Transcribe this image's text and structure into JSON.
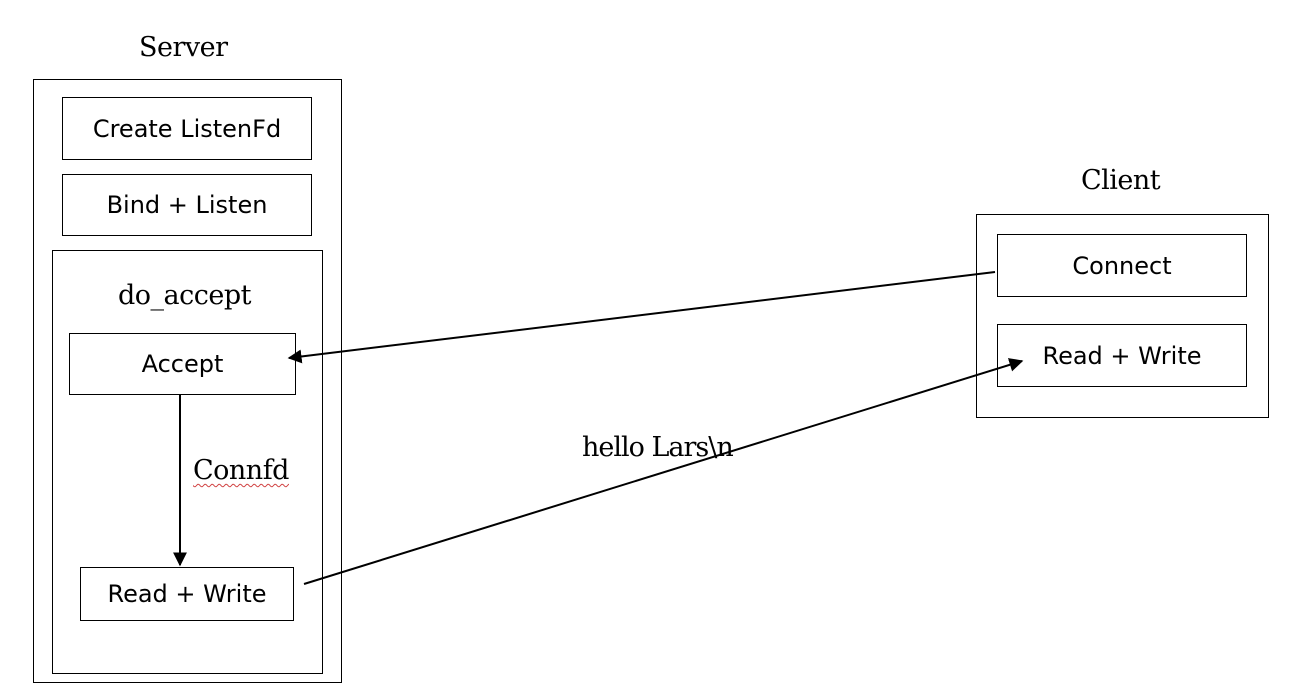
{
  "server": {
    "title": "Server",
    "create_listenfd": "Create ListenFd",
    "bind_listen": "Bind + Listen",
    "do_accept": {
      "title": "do_accept",
      "accept": "Accept",
      "connfd_label": "Connfd",
      "read_write": "Read + Write"
    }
  },
  "client": {
    "title": "Client",
    "connect": "Connect",
    "read_write": "Read + Write"
  },
  "message": {
    "label": "hello Lars\\n"
  },
  "colors": {
    "stroke": "#000000",
    "spellcheck_underline": "#d04040"
  }
}
